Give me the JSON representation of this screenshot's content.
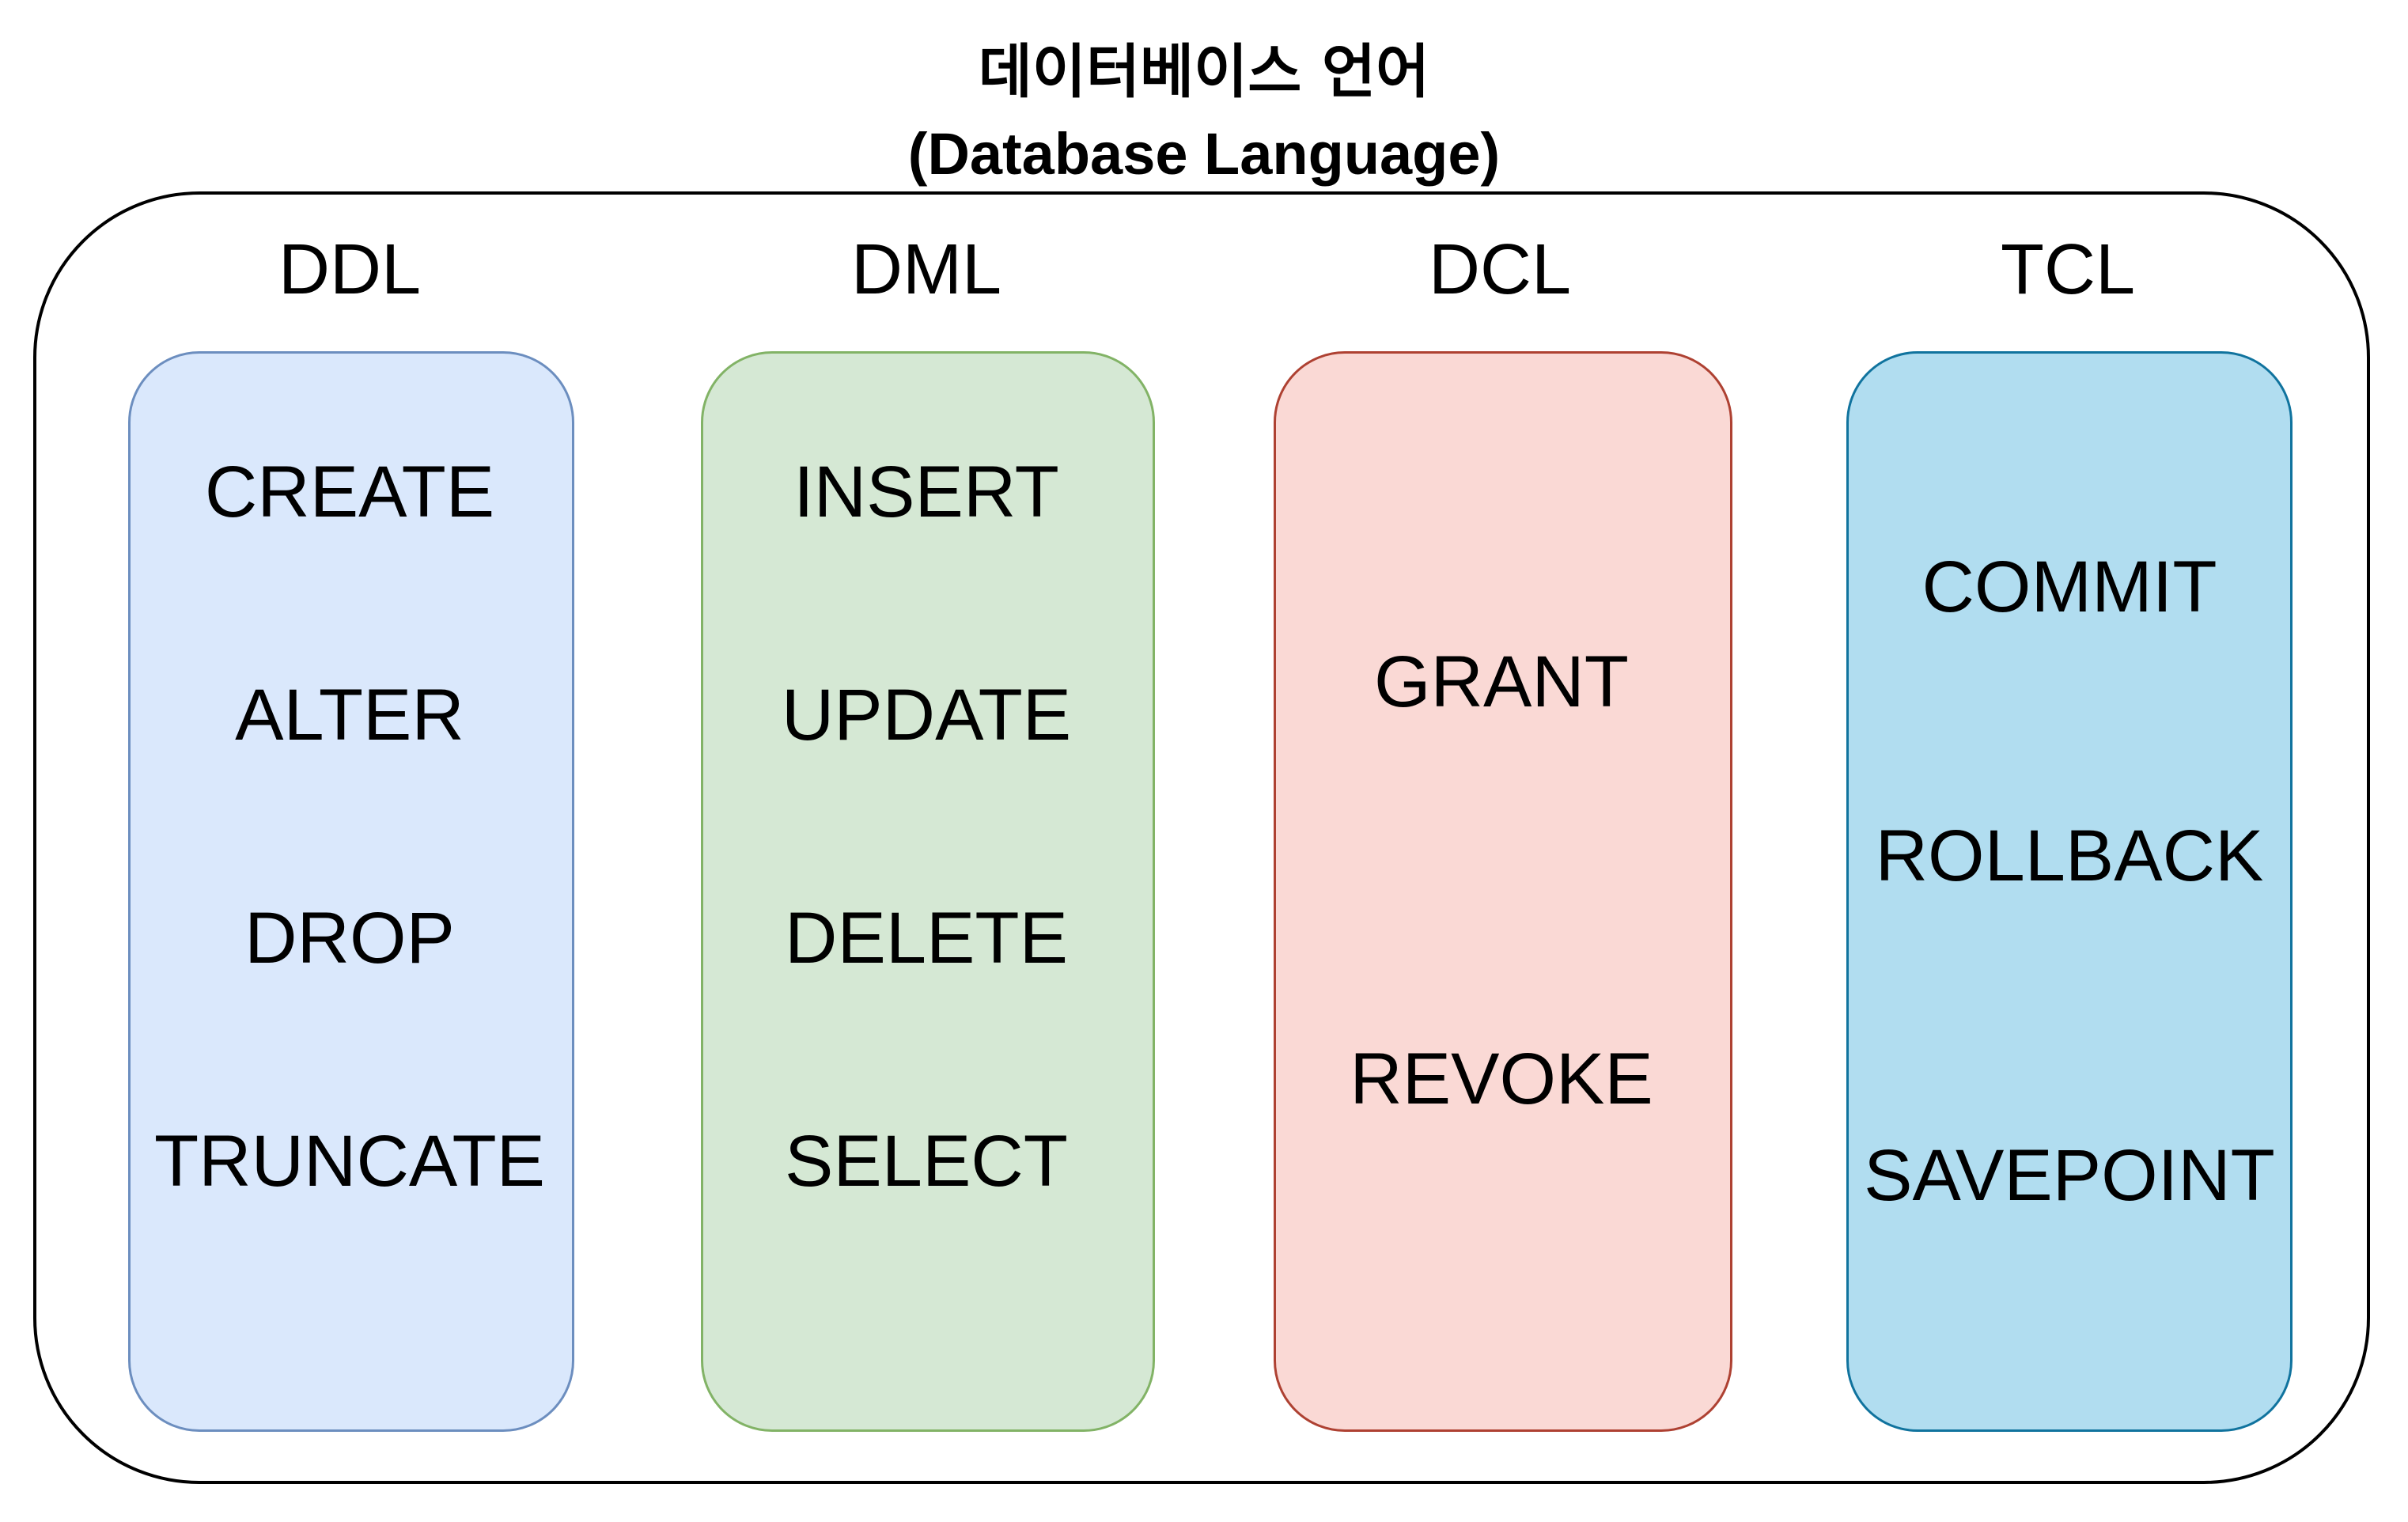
{
  "title": {
    "line1": "데이터베이스 언어",
    "line2": "(Database Language)"
  },
  "categories": [
    {
      "label": "DDL",
      "items": [
        "CREATE",
        "ALTER",
        "DROP",
        "TRUNCATE"
      ],
      "fill": "#dae8fc",
      "stroke": "#6c8ebf"
    },
    {
      "label": "DML",
      "items": [
        "INSERT",
        "UPDATE",
        "DELETE",
        "SELECT"
      ],
      "fill": "#d5e8d4",
      "stroke": "#82b366"
    },
    {
      "label": "DCL",
      "items": [
        "GRANT",
        "REVOKE"
      ],
      "fill": "#fad9d5",
      "stroke": "#ae4132"
    },
    {
      "label": "TCL",
      "items": [
        "COMMIT",
        "ROLLBACK",
        "SAVEPOINT"
      ],
      "fill": "#b1ddf0",
      "stroke": "#10739e"
    }
  ]
}
